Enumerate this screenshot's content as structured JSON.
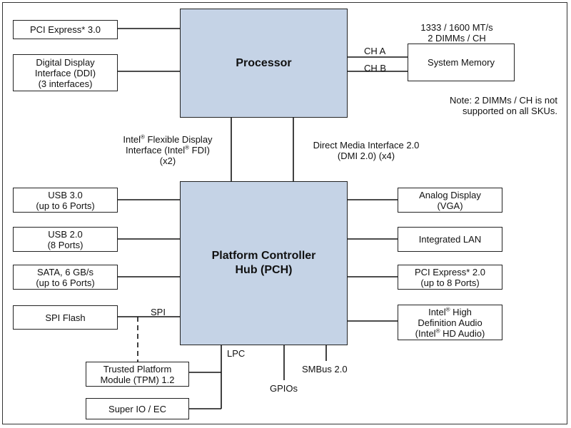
{
  "processor": {
    "label": "Processor"
  },
  "pch": {
    "label": "Platform Controller\nHub (PCH)"
  },
  "processor_left": {
    "pcie3": "PCI Express* 3.0",
    "ddi": "Digital Display\nInterface (DDI)\n(3 interfaces)"
  },
  "memory": {
    "box": "System Memory",
    "speed": "1333 / 1600 MT/s\n2 DIMMs / CH",
    "ch_a": "CH A",
    "ch_b": "CH B",
    "note": "Note: 2 DIMMs / CH is not\nsupported on all SKUs."
  },
  "links": {
    "fdi_line1a": "Intel",
    "reg": "®",
    "fdi_line1b": " Flexible Display",
    "fdi_line2a": "Interface (Intel",
    "fdi_line2b": " FDI)",
    "fdi_line3": "(x2)",
    "dmi": "Direct Media Interface 2.0\n(DMI 2.0)  (x4)"
  },
  "pch_left": {
    "usb3": "USB 3.0\n(up to 6 Ports)",
    "usb2": "USB 2.0\n(8 Ports)",
    "sata": "SATA, 6 GB/s\n(up to 6 Ports)",
    "spi_flash": "SPI Flash",
    "spi": "SPI",
    "tpm": "Trusted Platform\nModule (TPM) 1.2",
    "superio": "Super IO / EC",
    "lpc": "LPC"
  },
  "pch_right": {
    "vga": "Analog Display\n(VGA)",
    "lan": "Integrated LAN",
    "pcie2": "PCI Express* 2.0\n(up to 8 Ports)",
    "hda_1a": "Intel",
    "hda_1b": " High",
    "hda_2": "Definition Audio",
    "hda_3a": "(Intel",
    "hda_3b": " HD Audio)"
  },
  "pch_bottom": {
    "gpio": "GPIOs",
    "smbus": "SMBus 2.0"
  },
  "colors": {
    "chip_fill": "#c5d3e6",
    "line": "#111111"
  }
}
